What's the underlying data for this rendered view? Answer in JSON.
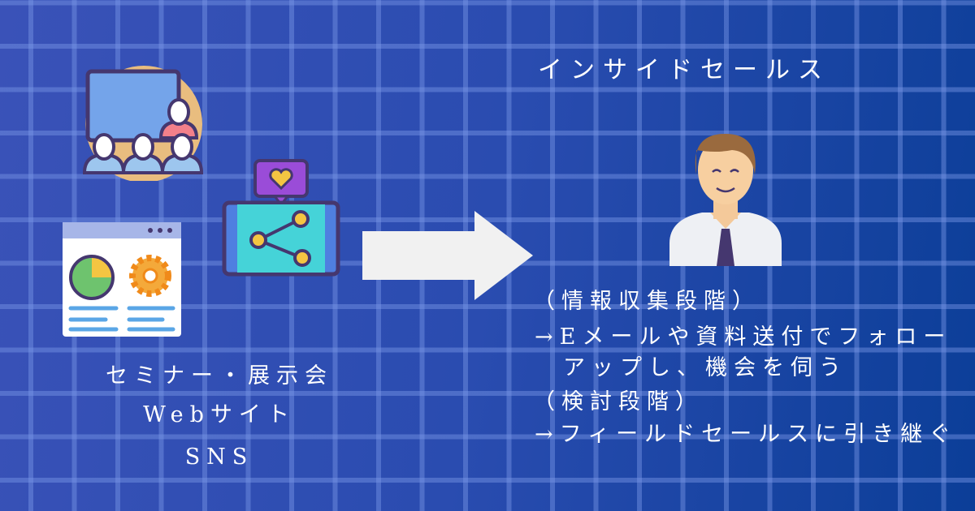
{
  "left": {
    "channels": [
      "セミナー・展示会",
      "Webサイト",
      "SNS"
    ]
  },
  "right": {
    "title": "インサイドセールス",
    "lines": [
      "（情報収集段階）",
      "→Eメールや資料送付でフォロー",
      "　アップし、機会を伺う",
      "（検討段階）",
      "→フィールドセールスに引き継ぐ"
    ]
  }
}
